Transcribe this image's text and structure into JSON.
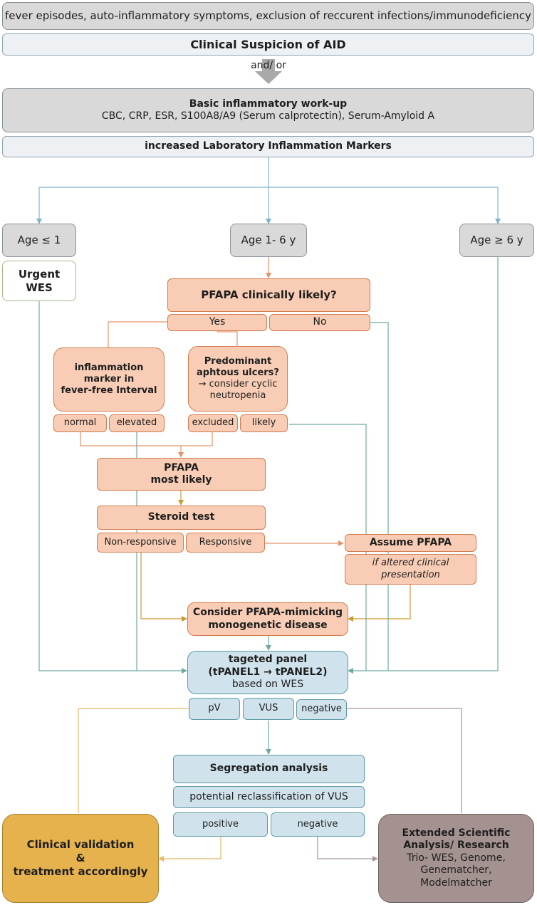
{
  "top": {
    "symptoms": "fever episodes, auto-inflammatory symptoms, exclusion of reccurent infections/immunodeficiency",
    "suspicion": "Clinical Suspicion of AID",
    "andor": "and/ or",
    "workup_title": "Basic inflammatory work-up",
    "workup_detail": "CBC, CRP, ESR, S100A8/A9 (Serum calprotectin), Serum-Amyloid A",
    "increased": "increased Laboratory Inflammation Markers"
  },
  "ages": {
    "le1": "Age ≤ 1",
    "mid": "Age 1- 6 y",
    "ge6": "Age ≥ 6 y",
    "urgent_l1": "Urgent",
    "urgent_l2": "WES"
  },
  "pfapa": {
    "likely_q": "PFAPA clinically likely?",
    "yes": "Yes",
    "no": "No",
    "marker_l1": "inflammation",
    "marker_l2": "marker in",
    "marker_l3": "fever-free Interval",
    "normal": "normal",
    "elevated": "elevated",
    "ulcers_l1": "Predominant",
    "ulcers_l2": "aphtous ulcers?",
    "ulcers_l3": "→ consider cyclic",
    "ulcers_l4": "neutropenia",
    "excluded": "excluded",
    "likely": "likely",
    "most_l1": "PFAPA",
    "most_l2": "most likely",
    "steroid": "Steroid test",
    "nonresp": "Non-responsive",
    "resp": "Responsive",
    "assume": "Assume PFAPA",
    "altered_l1": "if altered clinical",
    "altered_l2": "presentation",
    "mimic_l1": "Consider PFAPA-mimicking",
    "mimic_l2": "monogenetic disease"
  },
  "panel": {
    "l1": "tageted panel",
    "l2": "(tPANEL1 → tPANEL2)",
    "l3": "based on WES",
    "pv": "pV",
    "vus": "VUS",
    "negative": "negative"
  },
  "seg": {
    "title": "Segregation analysis",
    "reclass": "potential reclassification of VUS",
    "positive": "positive",
    "negative": "negative"
  },
  "clinical": {
    "l1": "Clinical validation",
    "l2": "&",
    "l3": "treatment accordingly"
  },
  "extended": {
    "l1": "Extended Scientific",
    "l2": "Analysis/ Research",
    "l3": "Trio- WES, Genome,",
    "l4": "Genematcher,",
    "l5": "Modelmatcher"
  },
  "colors": {
    "blue_line": "#7fb3c8",
    "orange_line": "#e39469",
    "gold_line": "#c99a2e",
    "teal_line": "#6fa9a0",
    "mauve_line": "#a8969a"
  }
}
